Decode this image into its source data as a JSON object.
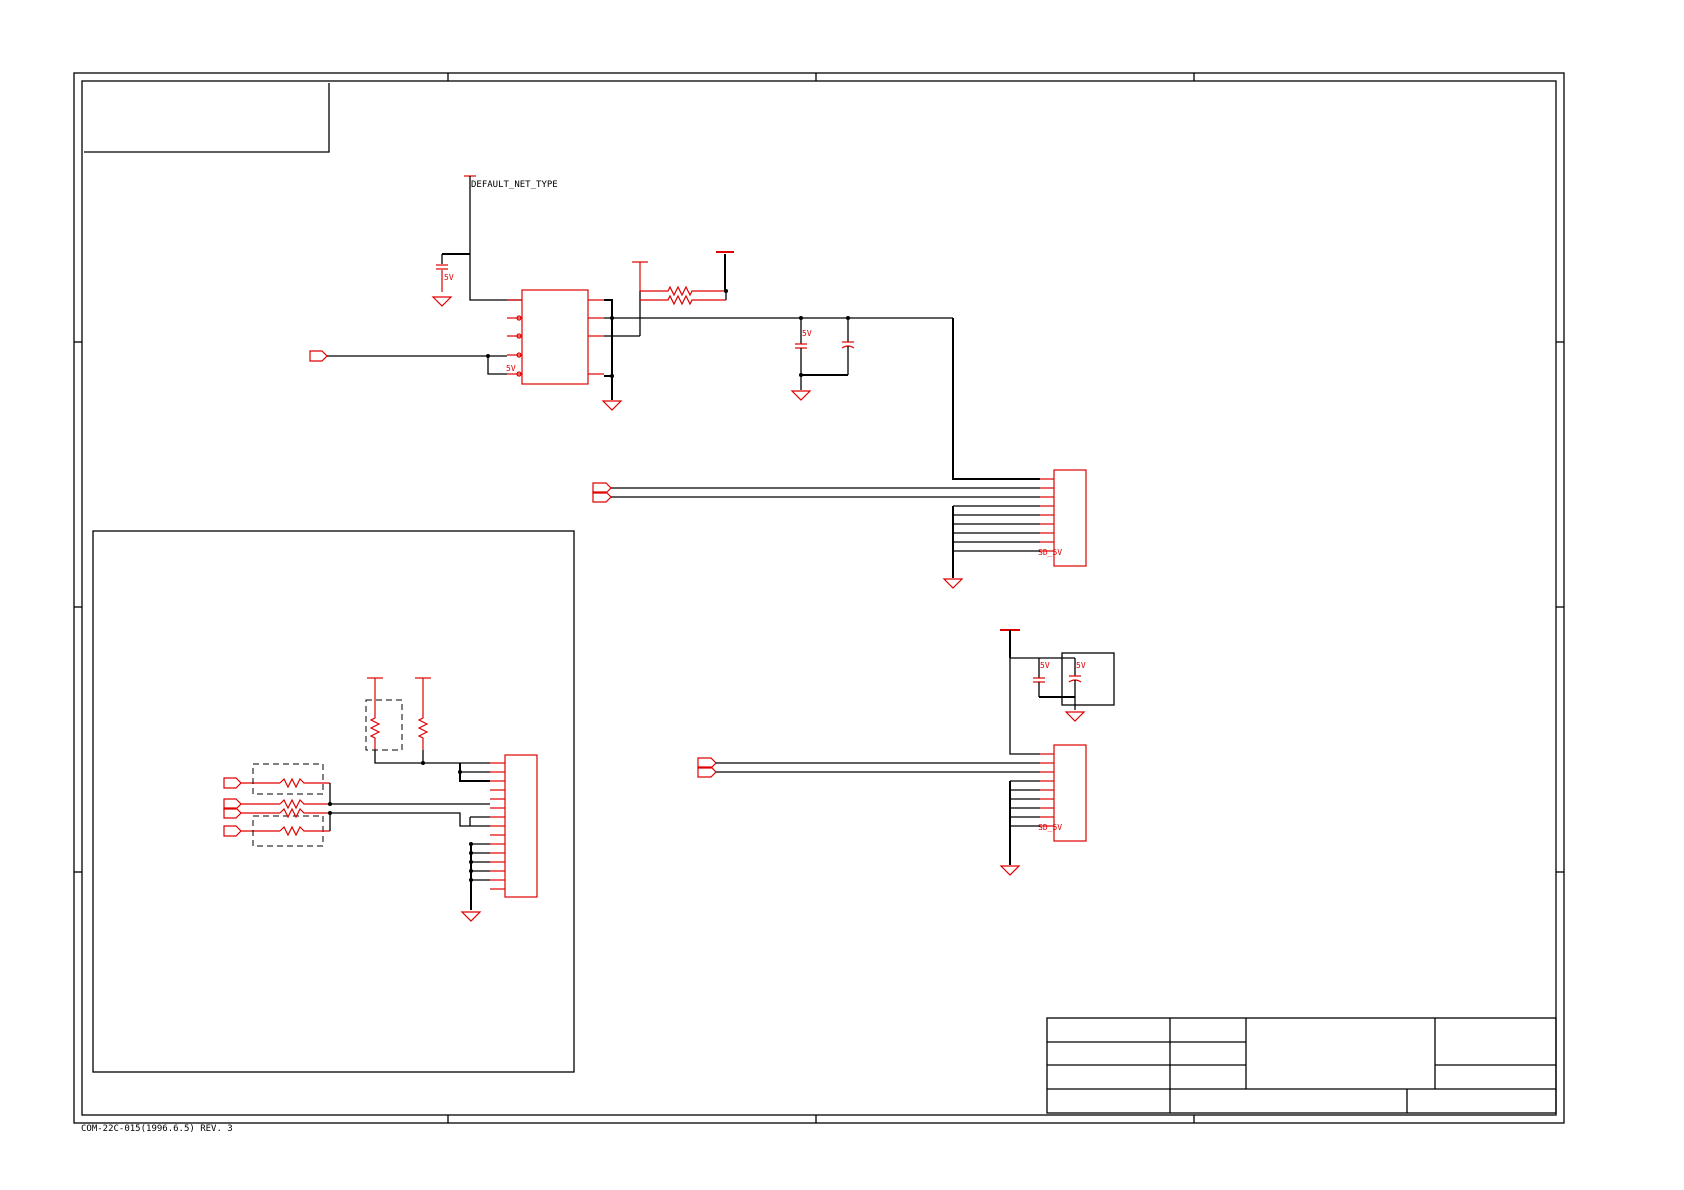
{
  "sheet": {
    "net_type_label": "DEFAULT_NET_TYPE",
    "form_number": "COM-22C-015(1996.6.5) REV. 3",
    "pin_label_5v": "5V",
    "pin_label_sd5v": "SD_5V"
  },
  "colors": {
    "component": "#e00000",
    "wire": "#000000",
    "background": "#ffffff"
  }
}
